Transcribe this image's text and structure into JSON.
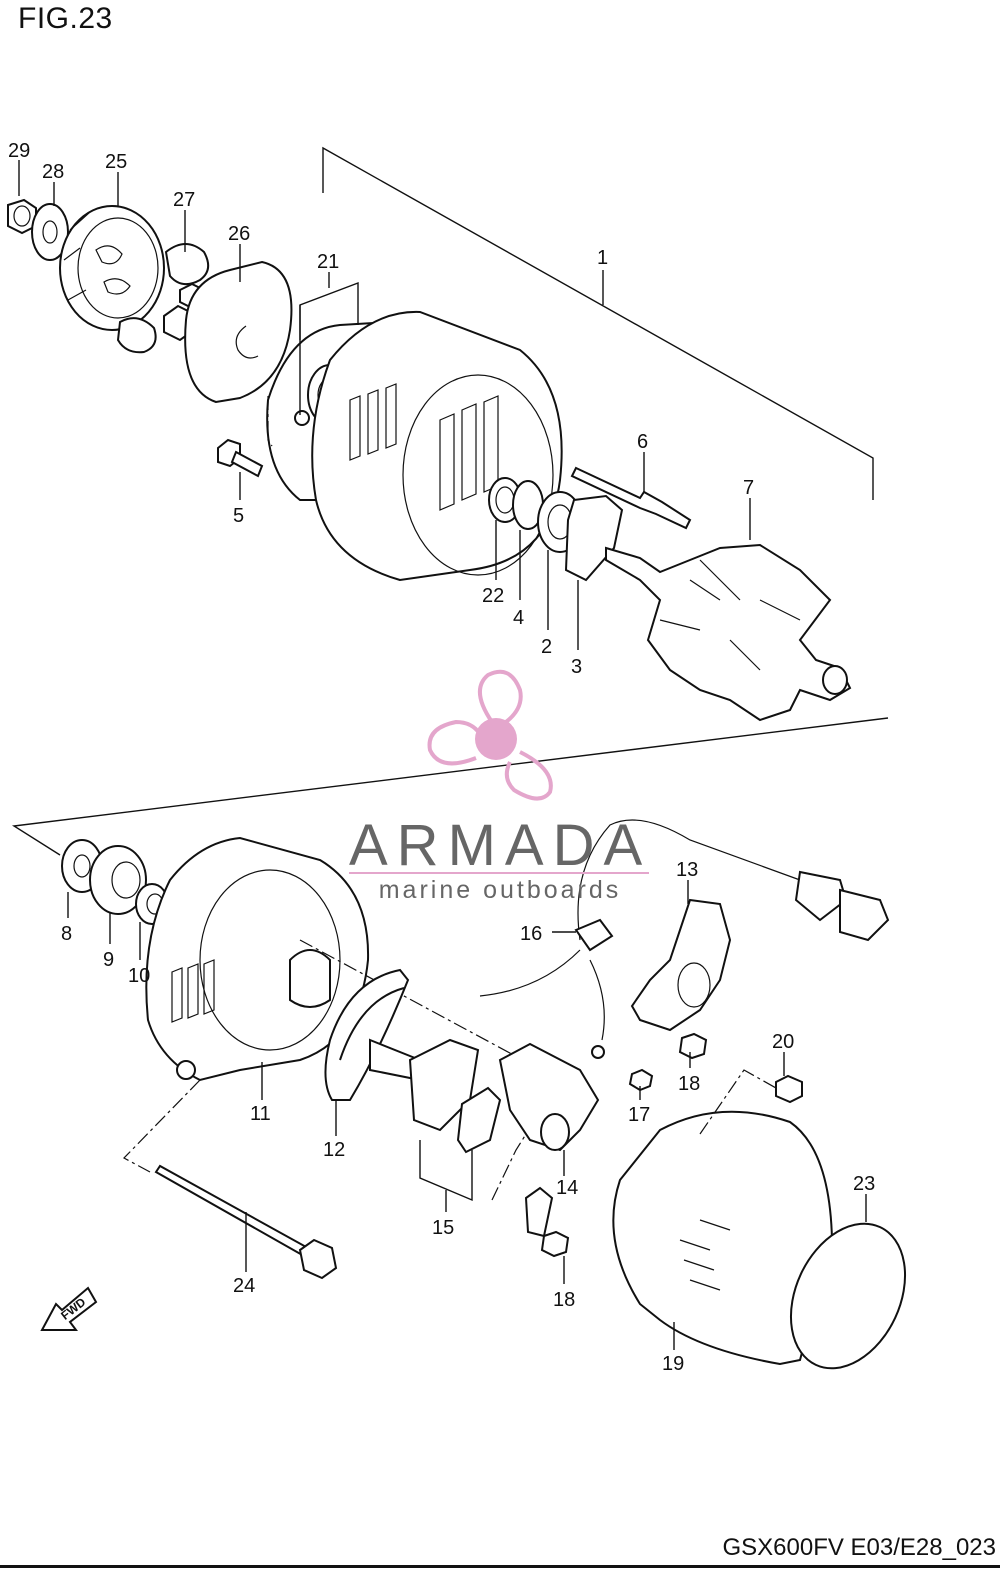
{
  "figure": {
    "title": "FIG.23",
    "code": "GSX600FV E03/E28_023"
  },
  "watermark": {
    "brand": "ARMADA",
    "tagline": "marine outboards",
    "color_logo": "#e4a6cc",
    "color_text": "#666666"
  },
  "direction_marker": {
    "label": "FWD",
    "icon": "arrow-icon"
  },
  "callouts": [
    {
      "id": "29",
      "text": "29"
    },
    {
      "id": "28",
      "text": "28"
    },
    {
      "id": "25",
      "text": "25"
    },
    {
      "id": "27",
      "text": "27"
    },
    {
      "id": "26",
      "text": "26"
    },
    {
      "id": "21",
      "text": "21"
    },
    {
      "id": "1",
      "text": "1"
    },
    {
      "id": "6",
      "text": "6"
    },
    {
      "id": "7",
      "text": "7"
    },
    {
      "id": "5",
      "text": "5"
    },
    {
      "id": "22",
      "text": "22"
    },
    {
      "id": "4",
      "text": "4"
    },
    {
      "id": "2",
      "text": "2"
    },
    {
      "id": "3",
      "text": "3"
    },
    {
      "id": "8",
      "text": "8"
    },
    {
      "id": "9",
      "text": "9"
    },
    {
      "id": "10",
      "text": "10"
    },
    {
      "id": "13",
      "text": "13"
    },
    {
      "id": "16",
      "text": "16"
    },
    {
      "id": "20",
      "text": "20"
    },
    {
      "id": "18a",
      "text": "18"
    },
    {
      "id": "17",
      "text": "17"
    },
    {
      "id": "11",
      "text": "11"
    },
    {
      "id": "12",
      "text": "12"
    },
    {
      "id": "14",
      "text": "14"
    },
    {
      "id": "15",
      "text": "15"
    },
    {
      "id": "23",
      "text": "23"
    },
    {
      "id": "18b",
      "text": "18"
    },
    {
      "id": "24",
      "text": "24"
    },
    {
      "id": "19",
      "text": "19"
    }
  ]
}
